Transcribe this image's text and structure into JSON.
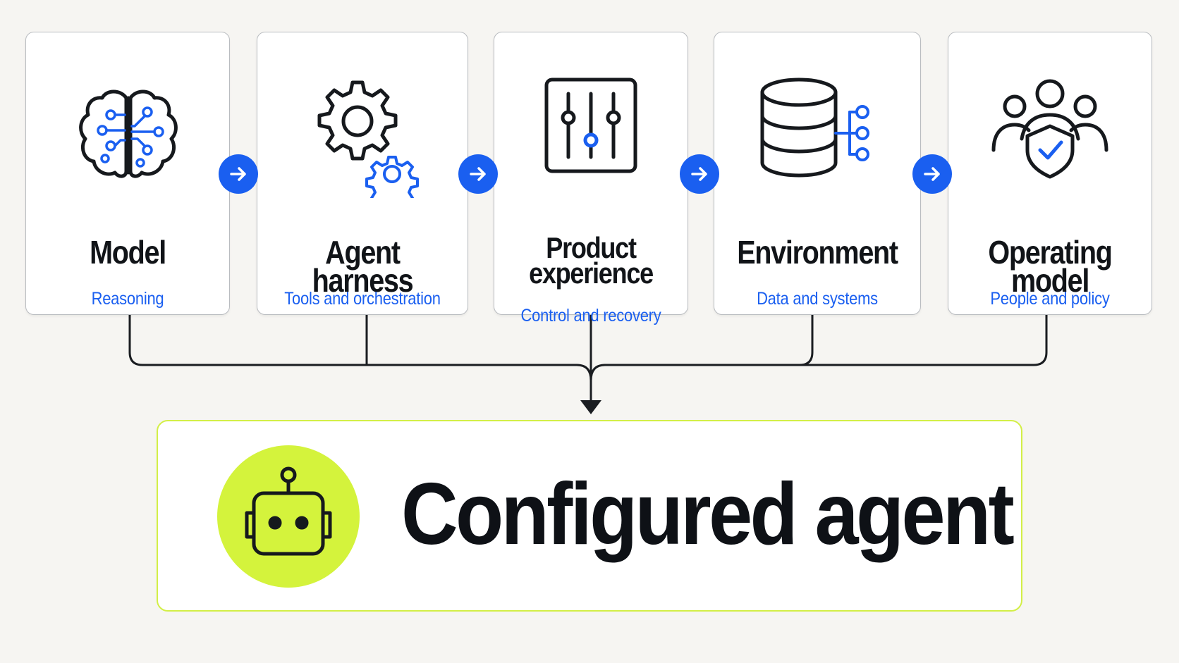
{
  "colors": {
    "accent_blue": "#1a5ff0",
    "accent_lime": "#d4f33c",
    "line": "#1a1d21",
    "background": "#f6f5f2"
  },
  "components": [
    {
      "title": "Model",
      "subtitle": "Reasoning",
      "icon": "brain-circuit-icon"
    },
    {
      "title": "Agent harness",
      "subtitle": "Tools and orchestration",
      "icon": "gears-icon"
    },
    {
      "title_line1": "Product",
      "title_line2": "experience",
      "subtitle": "Control and recovery",
      "icon": "sliders-icon"
    },
    {
      "title": "Environment",
      "subtitle": "Data and systems",
      "icon": "database-network-icon"
    },
    {
      "title": "Operating model",
      "subtitle": "People and policy",
      "icon": "people-shield-icon"
    }
  ],
  "flow_arrow_icon": "arrow-right-icon",
  "result": {
    "title": "Configured agent",
    "icon": "robot-icon"
  }
}
